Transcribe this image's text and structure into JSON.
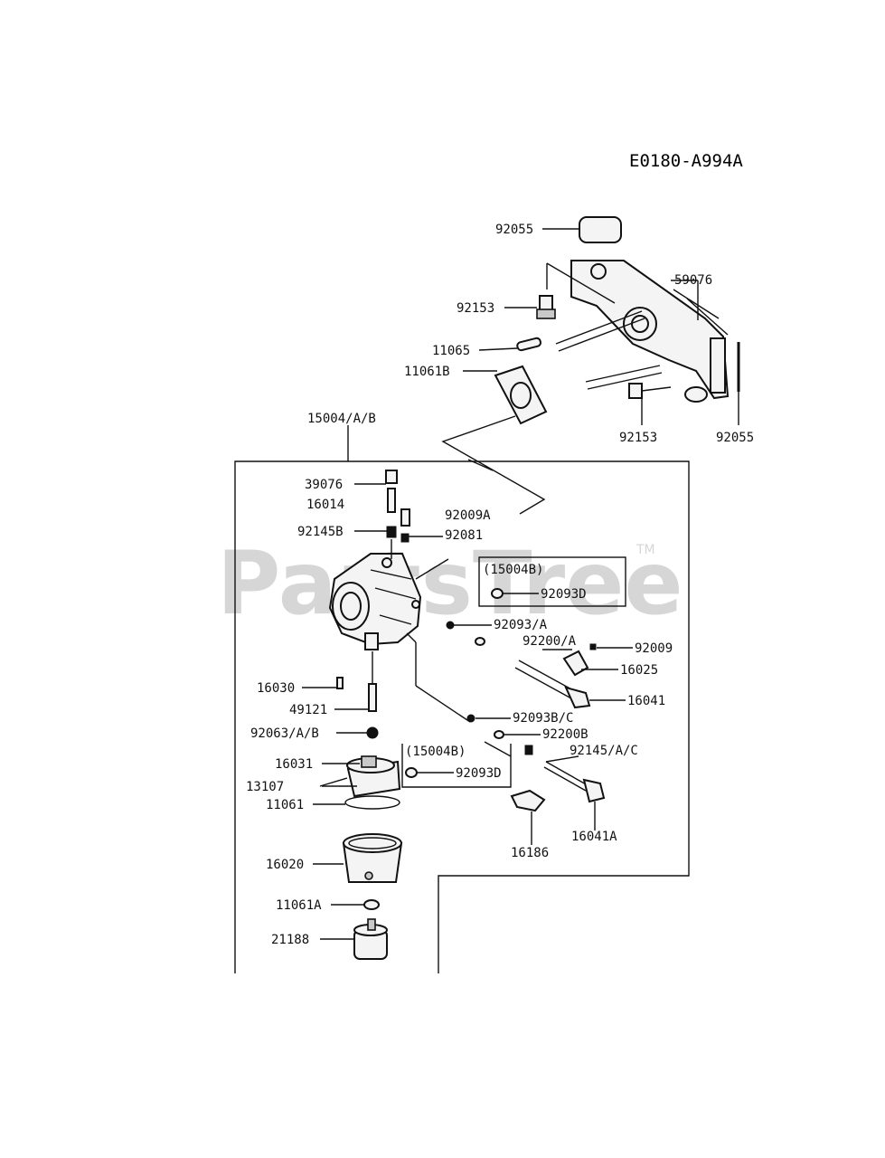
{
  "diagram_code": "E0180-A994A",
  "watermark": "PartsTree",
  "watermark_tm": "TM",
  "group_label": "15004/A/B",
  "sub_kit_1": "(15004B)",
  "sub_kit_2": "(15004B)",
  "parts": [
    {
      "label": "92055"
    },
    {
      "label": "59076"
    },
    {
      "label": "92153"
    },
    {
      "label": "11065"
    },
    {
      "label": "11061B"
    },
    {
      "label": "92153"
    },
    {
      "label": "92055"
    },
    {
      "label": "39076"
    },
    {
      "label": "16014"
    },
    {
      "label": "92009A"
    },
    {
      "label": "92145B"
    },
    {
      "label": "92081"
    },
    {
      "label": "92093D"
    },
    {
      "label": "92093/A"
    },
    {
      "label": "92200/A"
    },
    {
      "label": "92009"
    },
    {
      "label": "16025"
    },
    {
      "label": "16041"
    },
    {
      "label": "16030"
    },
    {
      "label": "49121"
    },
    {
      "label": "92063/A/B"
    },
    {
      "label": "92093B/C"
    },
    {
      "label": "92200B"
    },
    {
      "label": "92145/A/C"
    },
    {
      "label": "16031"
    },
    {
      "label": "92093D"
    },
    {
      "label": "13107"
    },
    {
      "label": "11061"
    },
    {
      "label": "16186"
    },
    {
      "label": "16041A"
    },
    {
      "label": "16020"
    },
    {
      "label": "11061A"
    },
    {
      "label": "21188"
    }
  ]
}
